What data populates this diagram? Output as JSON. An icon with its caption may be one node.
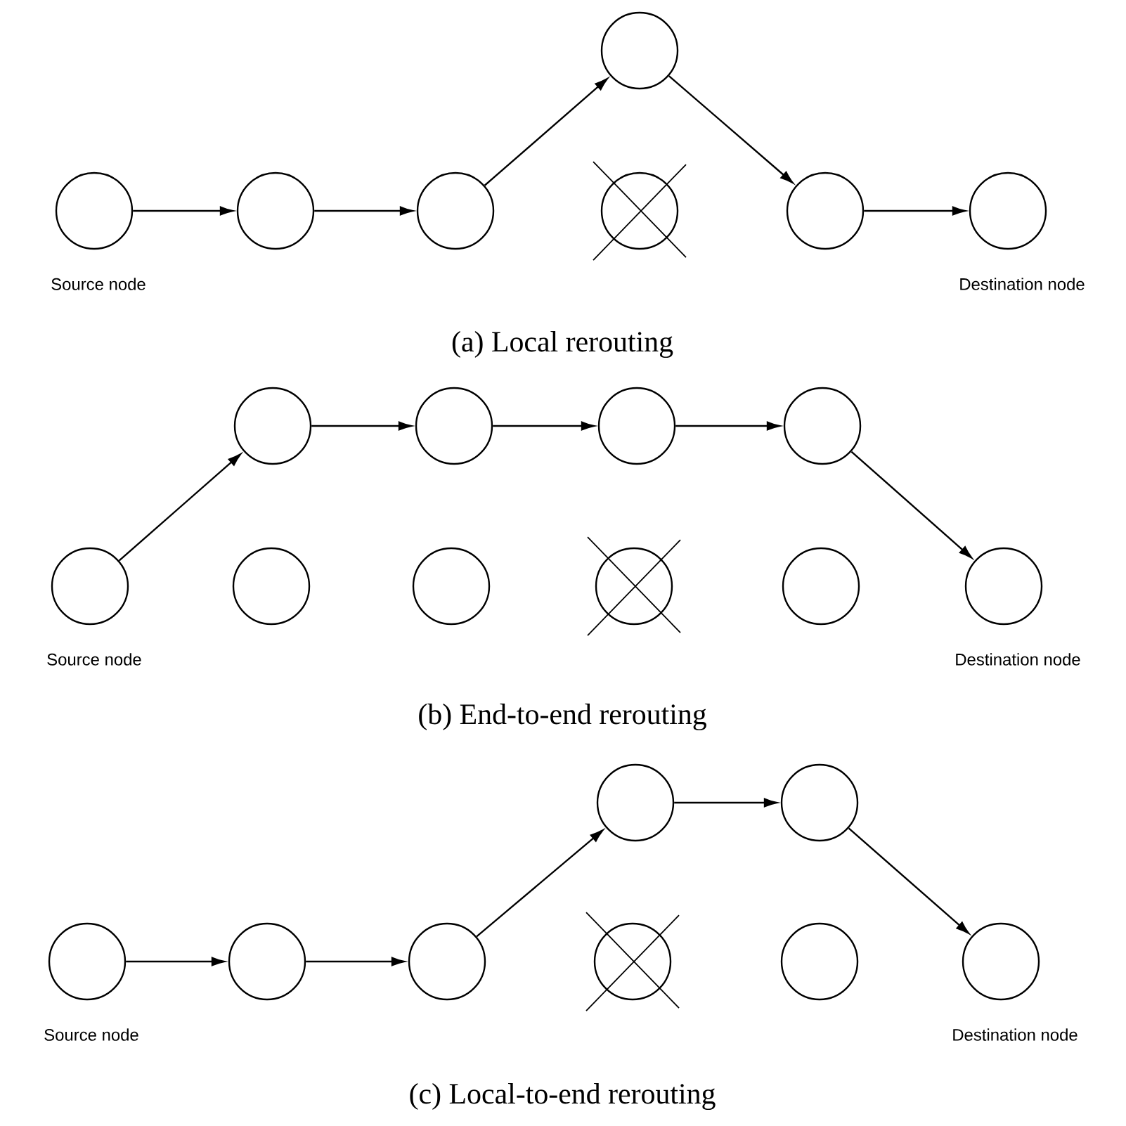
{
  "diagram": {
    "nodes": [
      {
        "text": [],
        "shape": "circle"
      },
      {
        "text": [],
        "shape": "circle",
        "beside": [
          "Source node"
        ]
      },
      {
        "text": [],
        "shape": "circle"
      },
      {
        "text": [],
        "shape": "circle"
      },
      {
        "text": [],
        "shape": "crossed-circle"
      },
      {
        "text": [],
        "shape": "circle"
      },
      {
        "text": [],
        "shape": "circle",
        "beside": [
          "Destination node"
        ]
      },
      {
        "text": [],
        "shape": "circle"
      },
      {
        "text": [],
        "shape": "circle"
      },
      {
        "text": [],
        "shape": "circle"
      },
      {
        "text": [],
        "shape": "circle"
      },
      {
        "text": [],
        "shape": "circle",
        "beside": [
          "Source node"
        ]
      },
      {
        "text": [],
        "shape": "circle"
      },
      {
        "text": [],
        "shape": "circle"
      },
      {
        "text": [],
        "shape": "crossed-circle"
      },
      {
        "text": [],
        "shape": "circle"
      },
      {
        "text": [],
        "shape": "circle",
        "beside": [
          "Destination node"
        ]
      },
      {
        "text": [],
        "shape": "circle"
      },
      {
        "text": [],
        "shape": "circle"
      },
      {
        "text": [],
        "shape": "circle",
        "beside": [
          "Source node"
        ]
      },
      {
        "text": [],
        "shape": "circle"
      },
      {
        "text": [],
        "shape": "circle"
      },
      {
        "text": [],
        "shape": "crossed-circle"
      },
      {
        "text": [],
        "shape": "circle"
      },
      {
        "text": [],
        "shape": "circle",
        "beside": [
          "Destination node"
        ]
      }
    ],
    "edges": [
      {
        "from": 1,
        "to": 2,
        "arrow": "to"
      },
      {
        "from": 2,
        "to": 3,
        "arrow": "to"
      },
      {
        "from": 3,
        "to": 0,
        "arrow": "to"
      },
      {
        "from": 0,
        "to": 5,
        "arrow": "to"
      },
      {
        "from": 5,
        "to": 6,
        "arrow": "to"
      },
      {
        "from": 11,
        "to": 7,
        "arrow": "to"
      },
      {
        "from": 7,
        "to": 8,
        "arrow": "to"
      },
      {
        "from": 8,
        "to": 9,
        "arrow": "to"
      },
      {
        "from": 9,
        "to": 10,
        "arrow": "to"
      },
      {
        "from": 10,
        "to": 16,
        "arrow": "to"
      },
      {
        "from": 19,
        "to": 20,
        "arrow": "to"
      },
      {
        "from": 20,
        "to": 21,
        "arrow": "to"
      },
      {
        "from": 21,
        "to": 17,
        "arrow": "to"
      },
      {
        "from": 17,
        "to": 18,
        "arrow": "to"
      },
      {
        "from": 18,
        "to": 24,
        "arrow": "to"
      }
    ],
    "labels": [
      "(a) Local rerouting",
      "(b) End-to-end rerouting",
      "(c) Local-to-end rerouting"
    ]
  }
}
